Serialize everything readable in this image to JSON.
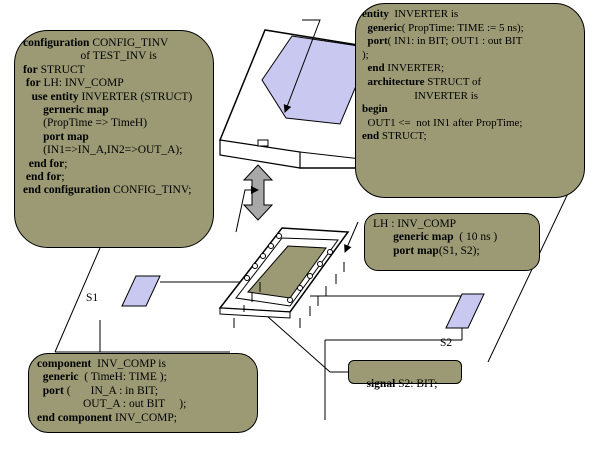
{
  "colors": {
    "box_fill": "#9b9a75",
    "chip_body": "#ffffff",
    "chip_window": "#c8c8f0",
    "arrow_fill": "#a8a8a8"
  },
  "config_box": {
    "lines": [
      {
        "kw": "configuration",
        "text": " CONFIG_TINV"
      },
      {
        "kw": "",
        "text": "                    of TEST_INV is"
      },
      {
        "kw": "for",
        "text": " STRUCT"
      },
      {
        "kw": " for",
        "text": " LH: INV_COMP"
      },
      {
        "kw": "   use entity",
        "text": " INVERTER (STRUCT)"
      },
      {
        "kw": "       gerneric map",
        "text": ""
      },
      {
        "kw": "",
        "text": "       (PropTime => TimeH)"
      },
      {
        "kw": "       port map",
        "text": ""
      },
      {
        "kw": "",
        "text": "       (IN1=>IN_A,IN2=>OUT_A);"
      },
      {
        "kw": "  end for",
        "text": ";"
      },
      {
        "kw": " end for",
        "text": ";"
      },
      {
        "kw": "end configuration",
        "text": " CONFIG_TINV;"
      }
    ]
  },
  "entity_box": {
    "lines": [
      {
        "kw": "entity",
        "text": "  INVERTER is"
      },
      {
        "kw": "  generic",
        "text": "( PropTime: TIME := 5 ns);"
      },
      {
        "kw": "  port",
        "text": "( IN1: in BIT; OUT1 : out BIT"
      },
      {
        "kw": "",
        "text": ");"
      },
      {
        "kw": "  end",
        "text": " INVERTER;"
      },
      {
        "kw": "  architecture",
        "text": " STRUCT of"
      },
      {
        "kw": "",
        "text": "                   INVERTER is"
      },
      {
        "kw": "begin",
        "text": ""
      },
      {
        "kw": "",
        "text": "  OUT1 <=  not IN1 after PropTime;"
      },
      {
        "kw": "end",
        "text": " STRUCT;"
      }
    ]
  },
  "instance_box": {
    "lines": [
      {
        "kw": "",
        "text": "LH : INV_COMP"
      },
      {
        "kw": "       generic map",
        "text": "  ( 10 ns )"
      },
      {
        "kw": "       port map",
        "text": "(S1, S2);"
      }
    ]
  },
  "component_box": {
    "lines": [
      {
        "kw": "component",
        "text": "  INV_COMP is"
      },
      {
        "kw": "  generic",
        "text": "  ( TimeH: TIME );"
      },
      {
        "kw": "  port",
        "text": " (       IN_A : in BIT;"
      },
      {
        "kw": "",
        "text": "                OUT_A : out BIT     );"
      },
      {
        "kw": "end component",
        "text": " INV_COMP;"
      }
    ]
  },
  "signal_box": {
    "kw": "signal",
    "text": " S2: BIT;"
  },
  "labels": {
    "s1": "S1",
    "s2": "S2"
  }
}
